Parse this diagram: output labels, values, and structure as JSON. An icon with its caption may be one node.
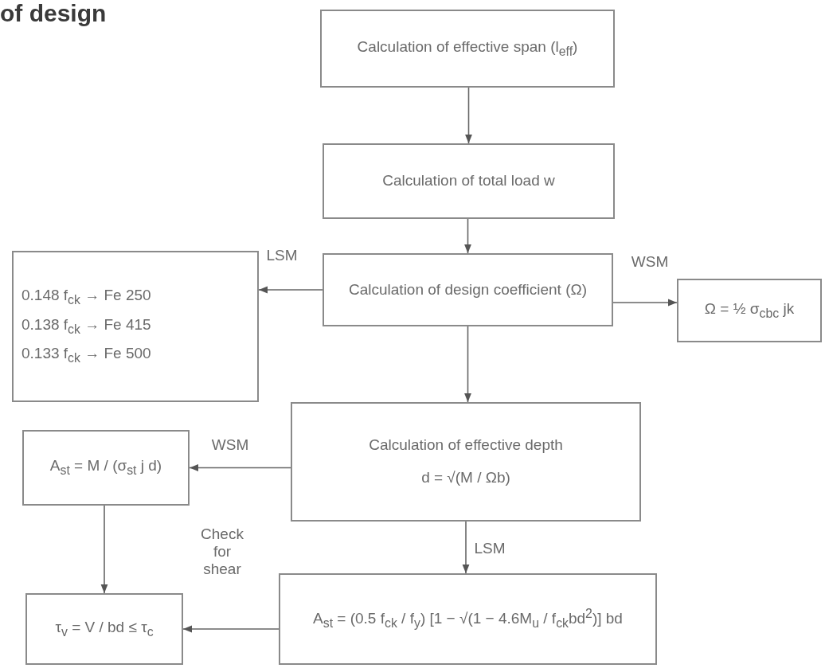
{
  "diagram": {
    "title": "of design",
    "nodes": [
      {
        "text": [
          "Calculation of effective span (l$_{eff}$)"
        ]
      },
      {
        "text": [
          "Calculation of total load w"
        ]
      },
      {
        "text": [
          "Calculation of design coefficient (Ω)"
        ]
      },
      {
        "text": [
          "0.148 f$_{ck}$ → Fe 250",
          "0.138 f$_{ck}$ → Fe 415",
          "0.133 f$_{ck}$ → Fe 500"
        ]
      },
      {
        "text": [
          "Ω = ½ σ$_{cbc}$ jk"
        ]
      },
      {
        "text": [
          "Calculation of effective depth",
          "d = √(M / Ωb)"
        ]
      },
      {
        "text": [
          "A$_{st}$ = M / (σ$_{st}$ j d)"
        ]
      },
      {
        "text": [
          "A$_{st}$ = (0.5 f$_{ck}$ / f$_{y}$) [1 − √(1 − 4.6M$_{u}$ / f$_{ck}$bd$^{2}$)] bd"
        ]
      },
      {
        "text": [
          "τ$_{v}$ = V / bd ≤ τ$_{c}$"
        ]
      }
    ],
    "edges": [
      {
        "from": 0,
        "to": 1,
        "arrow": "to"
      },
      {
        "from": 1,
        "to": 2,
        "arrow": "to"
      },
      {
        "from": 2,
        "to": 3,
        "arrow": "to",
        "label": "LSM"
      },
      {
        "from": 2,
        "to": 4,
        "arrow": "to",
        "label": "WSM"
      },
      {
        "from": 2,
        "to": 5,
        "arrow": "to"
      },
      {
        "from": 5,
        "to": 6,
        "arrow": "to",
        "label": "WSM"
      },
      {
        "from": 5,
        "to": 7,
        "arrow": "to",
        "label": "LSM"
      },
      {
        "from": 6,
        "to": 8,
        "arrow": "to"
      },
      {
        "from": 7,
        "to": 8,
        "arrow": "to",
        "label": "Check for shear"
      }
    ]
  }
}
